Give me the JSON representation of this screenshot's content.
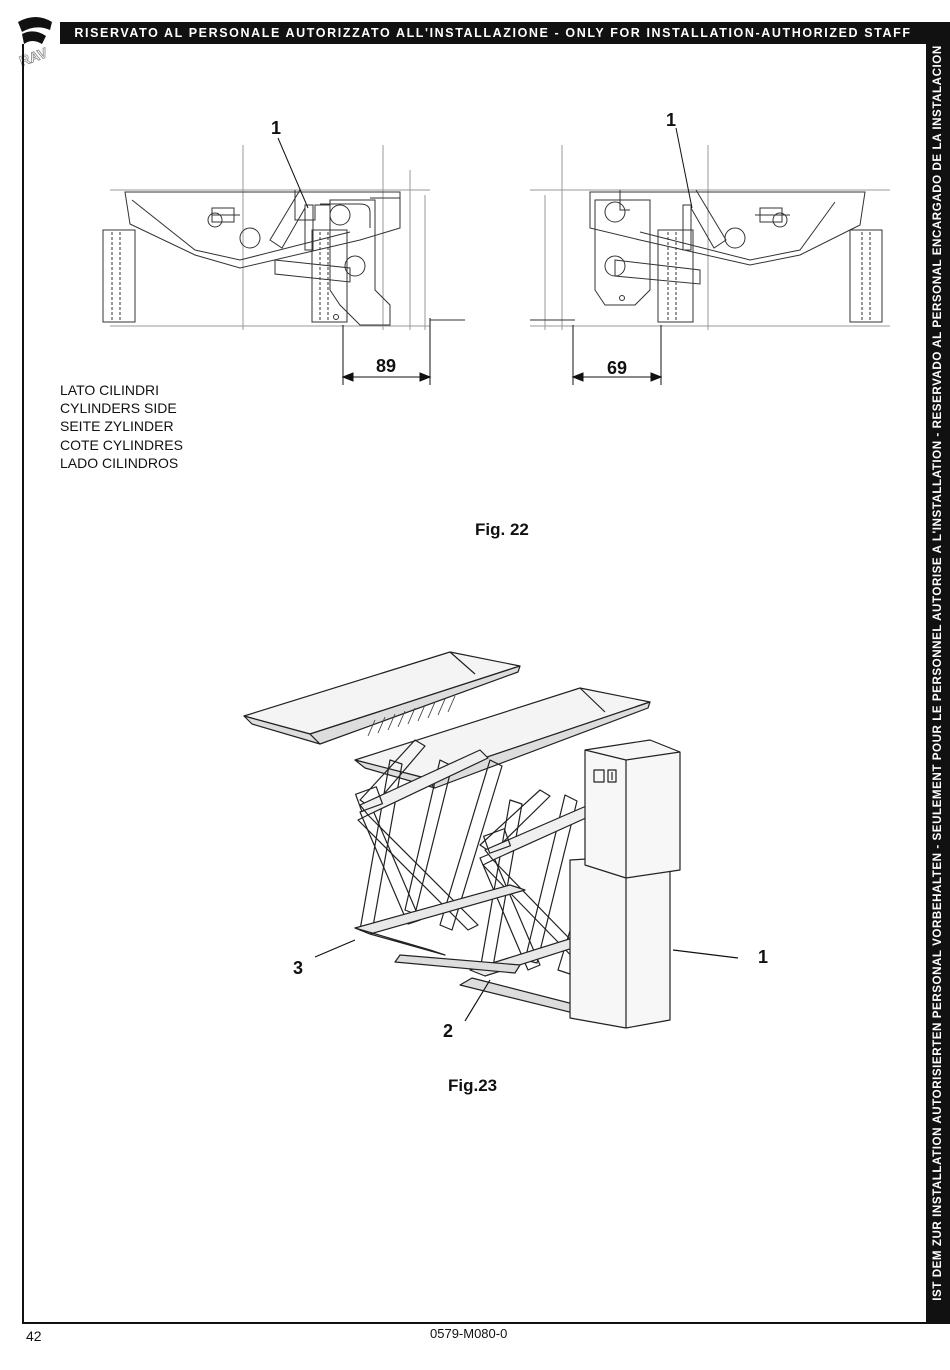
{
  "header": {
    "banner": "RISERVATO AL PERSONALE AUTORIZZATO ALL'INSTALLAZIONE - ONLY FOR INSTALLATION-AUTHORIZED STAFF",
    "side_banner": "IST DEM ZUR INSTALLATION AUTORISIERTEN PERSONAL VORBEHALTEN - SEULEMENT POUR LE PERSONNEL AUTORISE A L'INSTALLATION - RESERVADO AL PERSONAL ENCARGADO DE LA INSTALACION",
    "logo_text": "RAV"
  },
  "fig22": {
    "label": "Fig. 22",
    "callout_left": "1",
    "callout_right": "1",
    "dim_left": "89",
    "dim_right": "69",
    "side_caption": [
      "LATO CILINDRI",
      "CYLINDERS SIDE",
      "SEITE ZYLINDER",
      "COTE CYLINDRES",
      "LADO CILINDROS"
    ]
  },
  "fig23": {
    "label": "Fig.23",
    "callout_1": "1",
    "callout_2": "2",
    "callout_3": "3"
  },
  "footer": {
    "page_number": "42",
    "doc_code": "0579-M080-0"
  }
}
